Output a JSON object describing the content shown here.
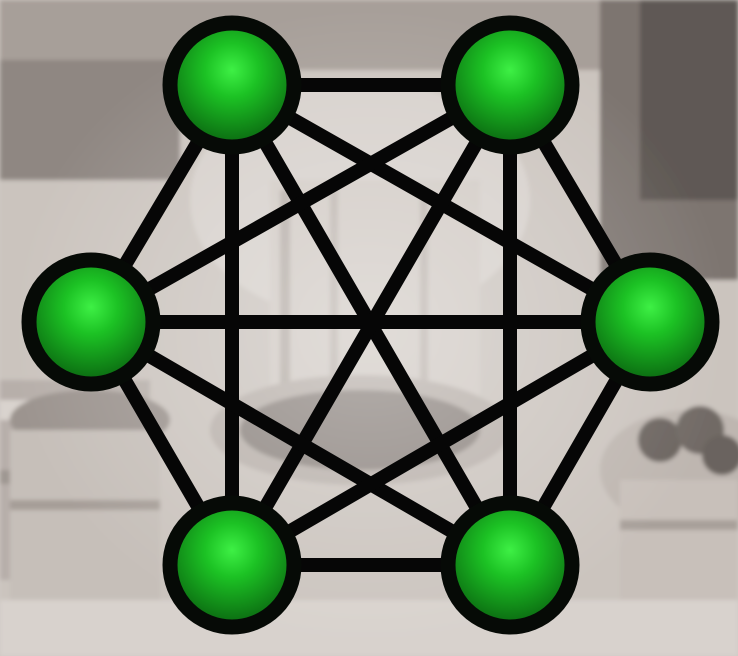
{
  "diagram": {
    "type": "complete-graph",
    "node_count": 6,
    "nodes": [
      {
        "id": "top-left"
      },
      {
        "id": "top-right"
      },
      {
        "id": "middle-left"
      },
      {
        "id": "middle-right"
      },
      {
        "id": "bottom-left"
      },
      {
        "id": "bottom-right"
      }
    ],
    "edges": [
      [
        "top-left",
        "top-right"
      ],
      [
        "top-left",
        "middle-left"
      ],
      [
        "top-left",
        "middle-right"
      ],
      [
        "top-left",
        "bottom-left"
      ],
      [
        "top-left",
        "bottom-right"
      ],
      [
        "top-right",
        "middle-left"
      ],
      [
        "top-right",
        "middle-right"
      ],
      [
        "top-right",
        "bottom-left"
      ],
      [
        "top-right",
        "bottom-right"
      ],
      [
        "middle-left",
        "middle-right"
      ],
      [
        "middle-left",
        "bottom-left"
      ],
      [
        "middle-left",
        "bottom-right"
      ],
      [
        "middle-right",
        "bottom-left"
      ],
      [
        "middle-right",
        "bottom-right"
      ],
      [
        "bottom-left",
        "bottom-right"
      ]
    ],
    "colors": {
      "node_fill_light": "#33e33a",
      "node_fill_dark": "#0a6e12",
      "node_stroke": "#060a06",
      "edge": "#060606"
    }
  },
  "background": {
    "description_visible": false,
    "tones": {
      "base": "#cdc6c0",
      "dark": "#6f6864",
      "mid": "#a29a94",
      "light": "#e8e4e0"
    }
  }
}
